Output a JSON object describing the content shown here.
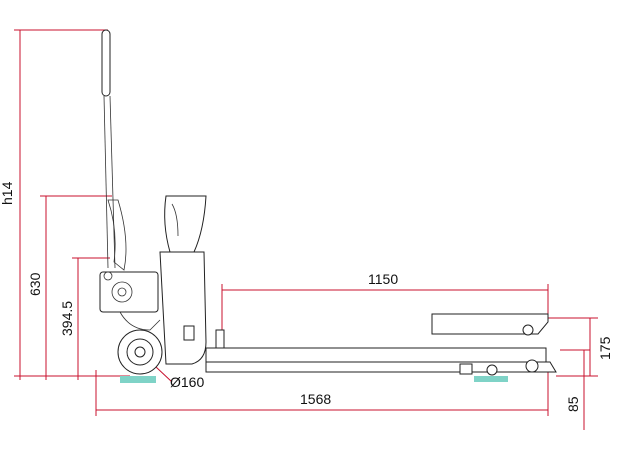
{
  "colors": {
    "dimension": "#c8102e",
    "outline": "#222222",
    "ground": "#7fd3c7",
    "background": "#ffffff"
  },
  "dimensions": {
    "height_total": "h14",
    "height_handle_pivot": "630",
    "height_top": "394.5",
    "fork_length": "1150",
    "total_length": "1568",
    "fork_height": "175",
    "lowered_height": "85",
    "wheel_diameter": "Ø160"
  }
}
